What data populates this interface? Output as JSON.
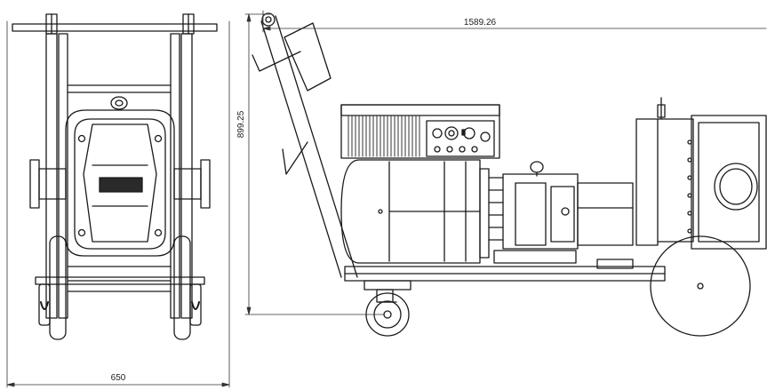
{
  "dimensions": {
    "front_width": "650",
    "side_length": "1589.26",
    "side_height": "899.25"
  },
  "colors": {
    "line": "#1a1a1a",
    "hatch": "#333333",
    "dimension": "#333333",
    "background": "#ffffff"
  }
}
